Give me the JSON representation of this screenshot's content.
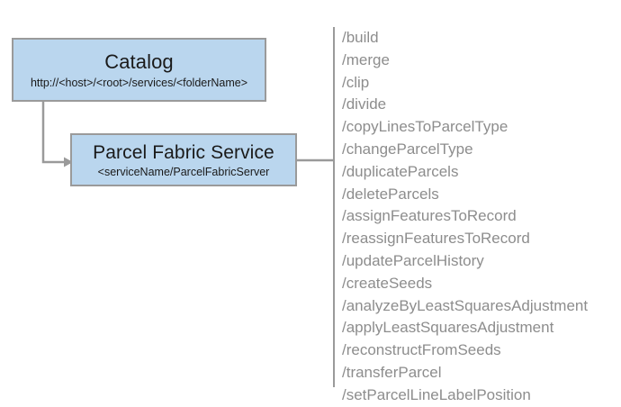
{
  "diagram": {
    "type": "architecture-hierarchy",
    "nodes": [
      {
        "id": "catalog",
        "title": "Catalog",
        "subtitle": "http://<host>/<root>/services/<folderName>"
      },
      {
        "id": "parcel-fabric-service",
        "title": "Parcel Fabric Service",
        "subtitle": "<serviceName/ParcelFabricServer"
      }
    ],
    "operations": [
      "/build",
      "/merge",
      "/clip",
      "/divide",
      "/copyLinesToParcelType",
      "/changeParcelType",
      "/duplicateParcels",
      "/deleteParcels",
      "/assignFeaturesToRecord",
      "/reassignFeaturesToRecord",
      "/updateParcelHistory",
      "/createSeeds",
      "/analyzeByLeastSquaresAdjustment",
      "/applyLeastSquaresAdjustment",
      "/reconstructFromSeeds",
      "/transferParcel",
      "/setParcelLineLabelPosition"
    ],
    "colors": {
      "node_fill": "#bad6ee",
      "node_border": "#9a9a9a",
      "connector": "#9a9a9a",
      "operation_text": "#8d8d8d",
      "node_text": "#1a1a1a",
      "background": "#ffffff"
    }
  }
}
